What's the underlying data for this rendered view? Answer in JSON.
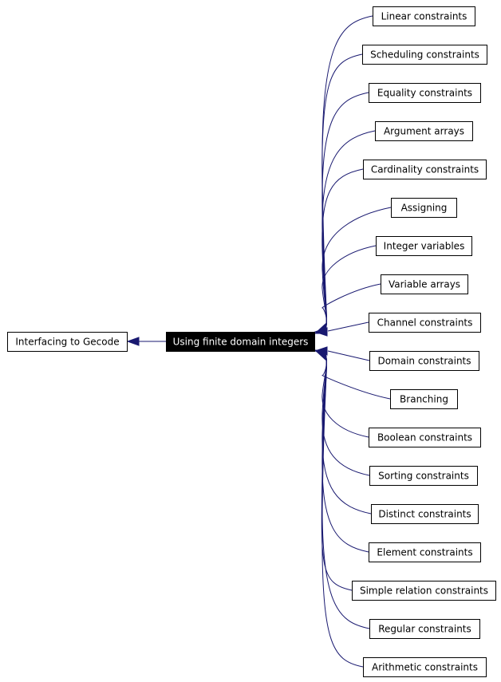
{
  "diagram": {
    "parent": {
      "label": "Interfacing to Gecode"
    },
    "current": {
      "label": "Using finite domain integers"
    },
    "children": [
      {
        "label": "Linear constraints"
      },
      {
        "label": "Scheduling constraints"
      },
      {
        "label": "Equality constraints"
      },
      {
        "label": "Argument arrays"
      },
      {
        "label": "Cardinality constraints"
      },
      {
        "label": "Assigning"
      },
      {
        "label": "Integer variables"
      },
      {
        "label": "Variable arrays"
      },
      {
        "label": "Channel constraints"
      },
      {
        "label": "Domain constraints"
      },
      {
        "label": "Branching"
      },
      {
        "label": "Boolean constraints"
      },
      {
        "label": "Sorting constraints"
      },
      {
        "label": "Distinct constraints"
      },
      {
        "label": "Element constraints"
      },
      {
        "label": "Simple relation constraints"
      },
      {
        "label": "Regular constraints"
      },
      {
        "label": "Arithmetic constraints"
      }
    ],
    "colors": {
      "edge": "#191970",
      "current_fill": "#000000",
      "current_text": "#ffffff",
      "node_fill": "#ffffff",
      "node_border": "#000000"
    }
  }
}
